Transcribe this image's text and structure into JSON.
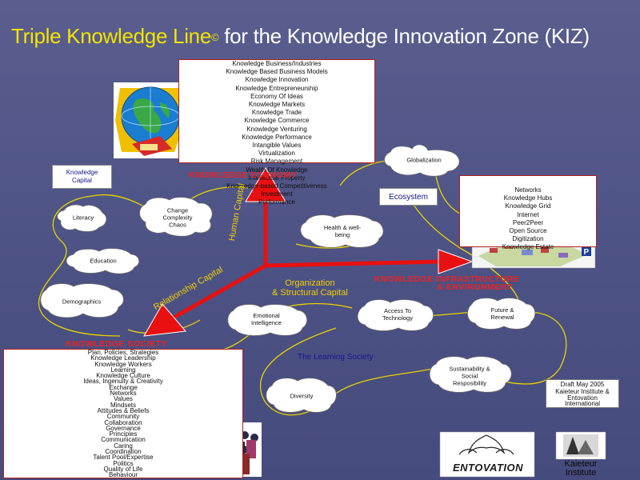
{
  "title": {
    "part1": "Triple Knowledge Line",
    "symbol": "©",
    "part2": " for the Knowledge Innovation Zone (KIZ)"
  },
  "economy": {
    "heading": "KNOWLEDGE ECONOMY",
    "items": [
      "Knowledge Business/Industries",
      "Knowledge Based Business Models",
      "Knowledge Innovation",
      "Knowledge Entrepreneurship",
      "Economy Of Ideas",
      "Knowledge Markets",
      "Knowledge Trade",
      "Knowledge Commerce",
      "Knowledge Venturing",
      "Knowledge Performance",
      "Intangible Values",
      "Virtualization",
      "Risk Management",
      "Wealth Of Knowledge",
      "Intellectual Property",
      "Knowledge-based Competitiveness",
      "Investment",
      "Performance"
    ]
  },
  "infrastructure": {
    "heading_line1": "KNOWLEDGE INFRASTRUCTURE",
    "heading_line2": "& ENVIRONMENT",
    "items": [
      "Networks",
      "Knowledge Hubs",
      "Knowledge Grid",
      "Internet",
      "Peer2Peer",
      "Open Source",
      "Digitization",
      "Knowledge Estate"
    ]
  },
  "society": {
    "heading": "KNOWLEDGE SOCIETY",
    "items": [
      "Plan, Policies, Strategies",
      "Knowledge Leadership",
      "Knowledge Workers",
      "Learning",
      "Knowledge Culture",
      "Ideas, Ingenuity & Creativity",
      "Exchange",
      "Networks",
      "Values",
      "Mindsets",
      "Attitudes & Beliefs",
      "Community",
      "Collaboration",
      "Governance",
      "Principles",
      "Communication",
      "Caring",
      "Coordination",
      "Talent Pool/Expertise",
      "Politics",
      "Quality of Life",
      "Behaviour"
    ]
  },
  "capital_labels": {
    "knowledge_capital_line1": "Knowledge",
    "knowledge_capital_line2": "Capital",
    "human_capital": "Human Capital",
    "relationship_capital": "Relationship Capital",
    "organization_line1": "Organization",
    "organization_line2": "& Structural Capital"
  },
  "ecosystem": "Ecosystem",
  "learning_society": "The Learning Society",
  "pieces": {
    "globalization": "Globalization",
    "change_1": "Change",
    "change_2": "Complexity",
    "change_3": "Chaos",
    "literacy": "Literacy",
    "education": "Education",
    "demographics": "Demographics",
    "health_1": "Health & well-",
    "health_2": "being",
    "emotional_1": "Emotional",
    "emotional_2": "Intelligence",
    "access_1": "Access To",
    "access_2": "Technology",
    "future_1": "Future &",
    "future_2": "Renewal",
    "sustain_1": "Sustainability &",
    "sustain_2": "Social",
    "sustain_3": "Resposibility",
    "diversity": "Diversity"
  },
  "draft": {
    "line1": "Draft May 2005",
    "line2": "Kaieteur Institute &",
    "line3": "Entovation",
    "line4": "International"
  },
  "logos": {
    "entovation": "ENTOVATION",
    "kaieteur_line1": "Kaieteur",
    "kaieteur_line2": "Institute"
  },
  "colors": {
    "background": "#4d5285",
    "title_yellow": "#f4e400",
    "heading_red": "#ee2222",
    "arrow_red": "#e81010",
    "path_yellow": "#e8d400"
  }
}
